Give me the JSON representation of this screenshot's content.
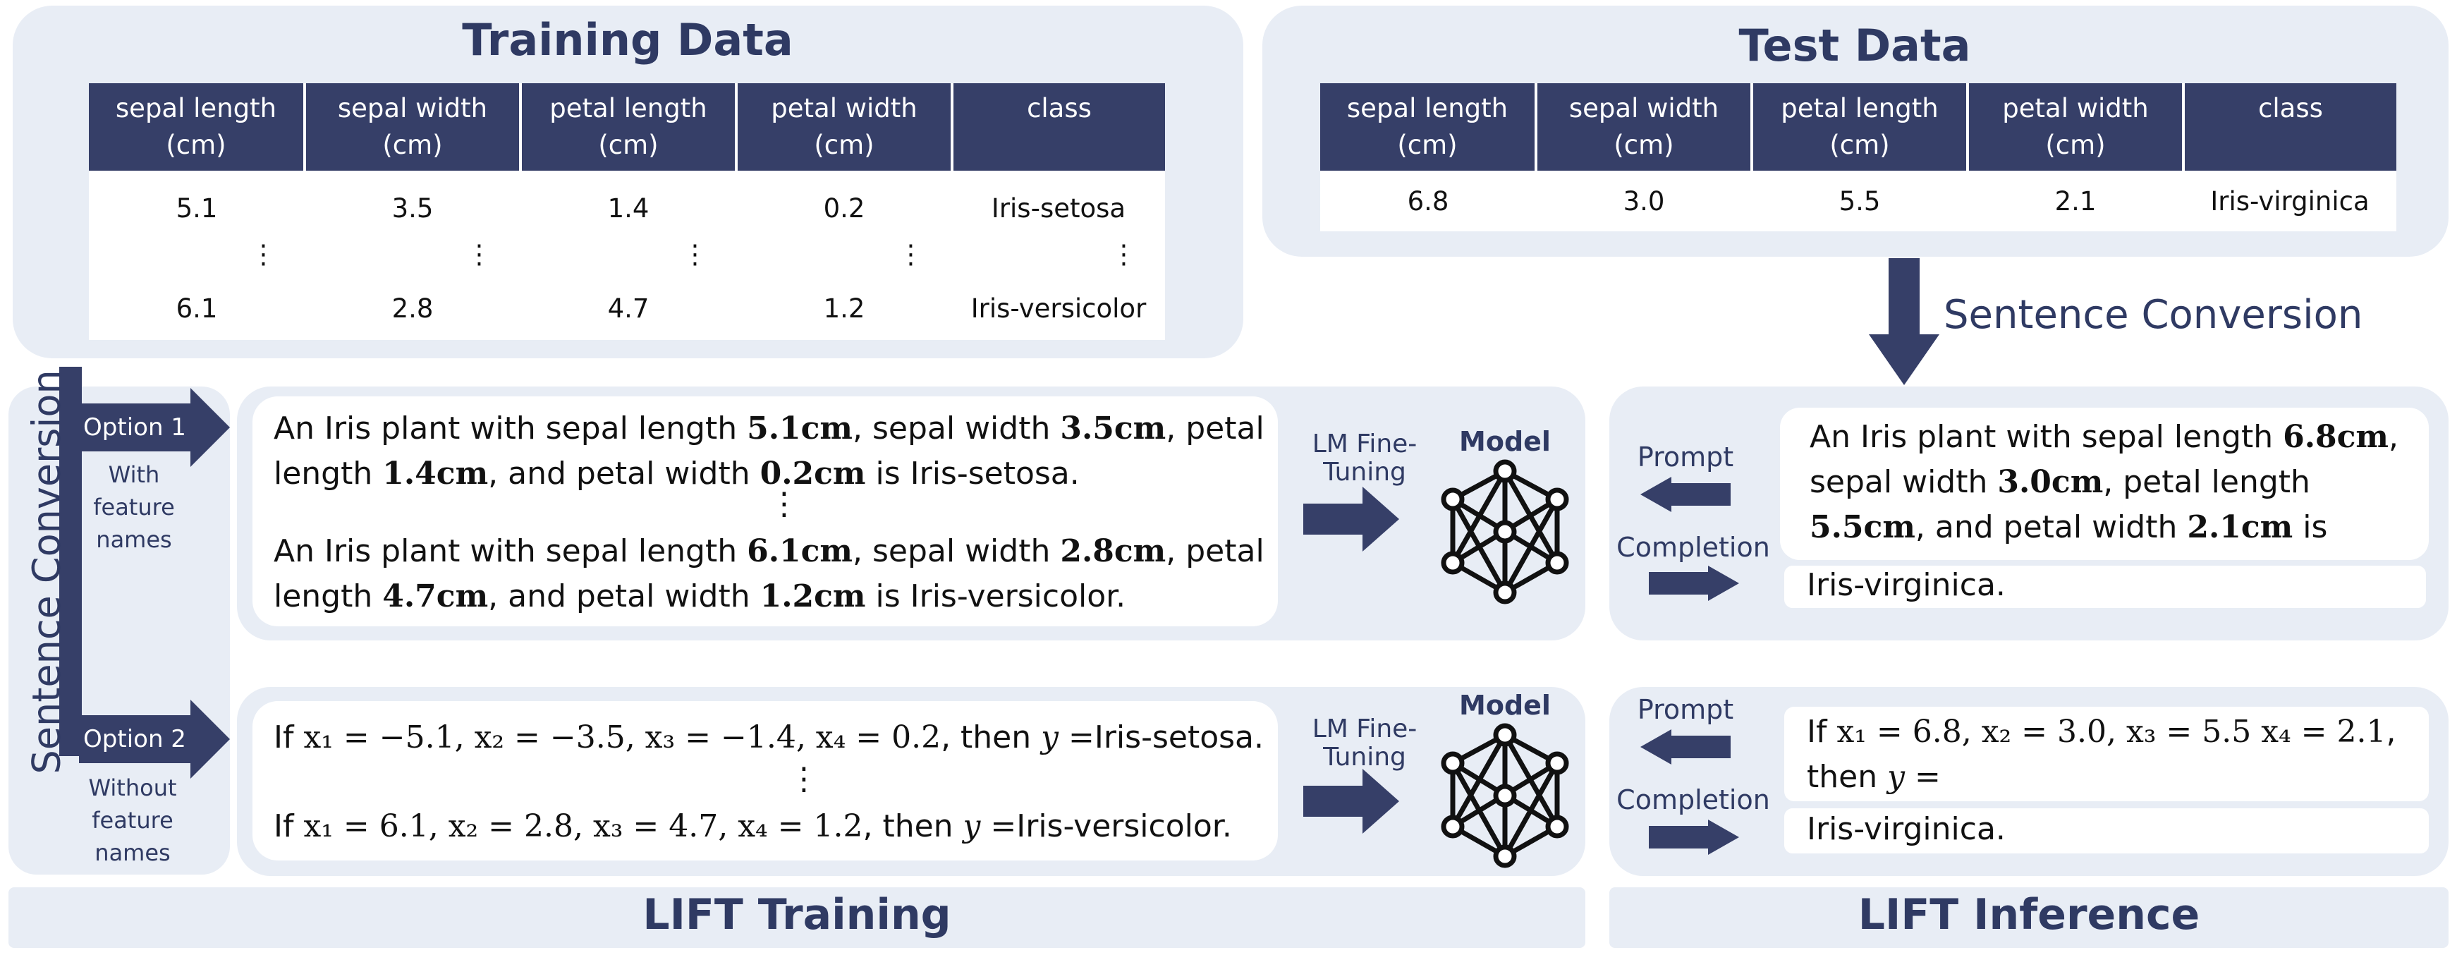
{
  "training": {
    "title": "Training Data",
    "headers": [
      "sepal length (cm)",
      "sepal width (cm)",
      "petal length (cm)",
      "petal width (cm)",
      "class"
    ],
    "row1": [
      "5.1",
      "3.5",
      "1.4",
      "0.2",
      "Iris-setosa"
    ],
    "ellipsis": "⋮",
    "row2": [
      "6.1",
      "2.8",
      "4.7",
      "1.2",
      "Iris-versicolor"
    ]
  },
  "test": {
    "title": "Test Data",
    "headers": [
      "sepal length (cm)",
      "sepal width (cm)",
      "petal length (cm)",
      "petal width (cm)",
      "class"
    ],
    "row1": [
      "6.8",
      "3.0",
      "5.5",
      "2.1",
      "Iris-virginica"
    ]
  },
  "sentence_conversion": "Sentence Conversion",
  "option1": {
    "label": "Option 1",
    "desc": "With feature names"
  },
  "option2": {
    "label": "Option 2",
    "desc": "Without feature names"
  },
  "train_op1": {
    "s1_a": "An Iris plant with sepal length ",
    "s1_v1": "5.1cm",
    "s1_b": ", sepal width ",
    "s1_v2": "3.5cm",
    "s1_c": ", petal length ",
    "s1_v3": "1.4cm",
    "s1_d": ", and petal width ",
    "s1_v4": "0.2cm",
    "s1_e": " is Iris-setosa.",
    "s2_a": "An Iris plant with sepal length ",
    "s2_v1": "6.1cm",
    "s2_b": ", sepal width ",
    "s2_v2": "2.8cm",
    "s2_c": ", petal length ",
    "s2_v3": "4.7cm",
    "s2_d": ", and petal width ",
    "s2_v4": "1.2cm",
    "s2_e": " is Iris-versicolor."
  },
  "train_op2": {
    "l1_math": "x₁ = −5.1, x₂ = −3.5, x₃ = −1.4, x₄ = 0.2",
    "l1_tail": "Iris-setosa.",
    "l2_math": "x₁ = 6.1, x₂ = 2.8, x₃ = 4.7, x₄ = 1.2",
    "l2_tail": "Iris-versicolor.",
    "if_word": "If",
    "then_word": ", then",
    "y_eq": "y ="
  },
  "lm_finetuning": "LM Fine-Tuning",
  "model_label": "Model",
  "inference_op1": {
    "prompt_label": "Prompt",
    "completion_label": "Completion",
    "p_a": "An Iris plant with sepal length ",
    "p_v1": "6.8cm",
    "p_b": ", sepal width ",
    "p_v2": "3.0cm",
    "p_c": ", petal length ",
    "p_v3": "5.5cm",
    "p_d": ", and petal width ",
    "p_v4": "2.1cm",
    "p_e": " is",
    "completion": "Iris-virginica."
  },
  "inference_op2": {
    "prompt_label": "Prompt",
    "completion_label": "Completion",
    "p_math": "x₁ = 6.8, x₂ = 3.0, x₃ = 5.5 x₄ = 2.1",
    "completion": "Iris-virginica."
  },
  "footer": {
    "left": "LIFT Training",
    "right": "LIFT Inference"
  },
  "colors": {
    "navy": "#363f68",
    "panel": "#e8edf5",
    "title": "#2f3a63"
  }
}
